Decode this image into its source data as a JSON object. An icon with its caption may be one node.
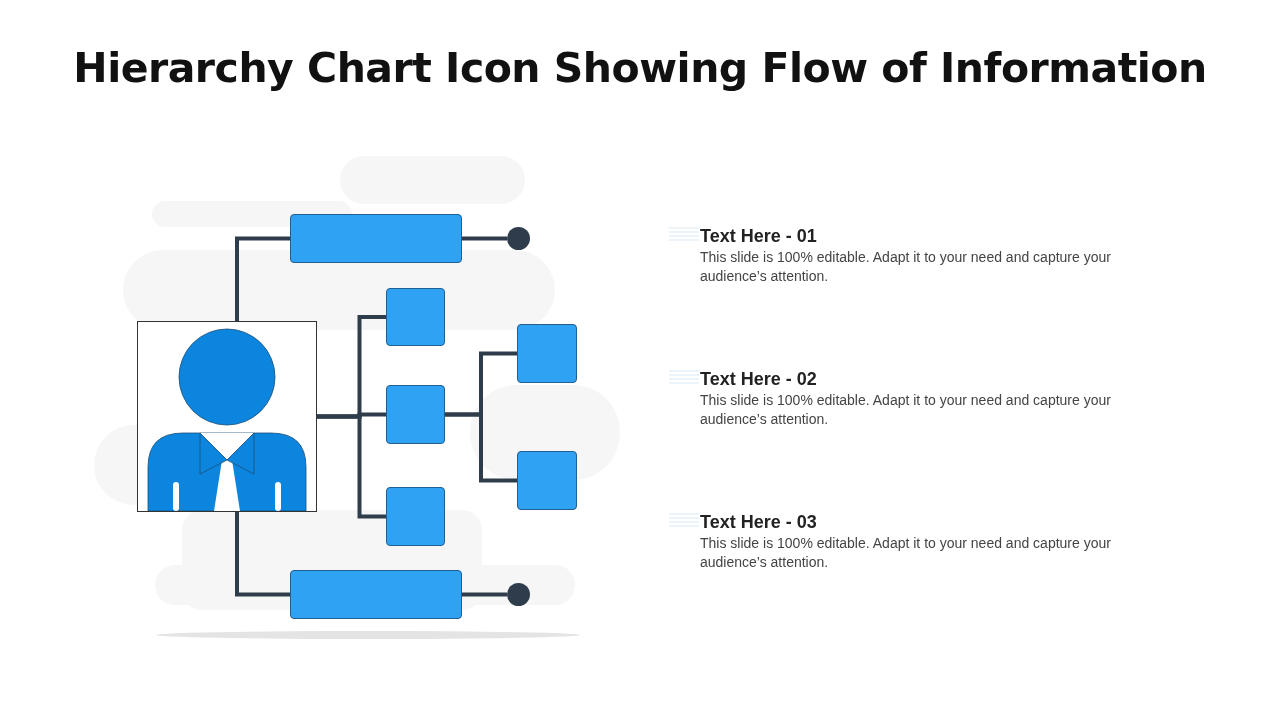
{
  "diagram": {
    "title": "Hierarchy Chart Icon Showing Flow of Information",
    "nodes": [
      {
        "text": [],
        "shape": "picture"
      },
      {
        "text": [],
        "shape": "box"
      },
      {
        "text": [],
        "shape": "circle"
      },
      {
        "text": [],
        "shape": "box"
      },
      {
        "text": [],
        "shape": "box"
      },
      {
        "text": [],
        "shape": "box"
      },
      {
        "text": [],
        "shape": "box"
      },
      {
        "text": [],
        "shape": "box"
      },
      {
        "text": [],
        "shape": "box"
      },
      {
        "text": [],
        "shape": "circle"
      }
    ],
    "edges": [
      {
        "from": 0,
        "to": 1,
        "arrow": "none"
      },
      {
        "from": 1,
        "to": 2,
        "arrow": "none"
      },
      {
        "from": 0,
        "to": 3,
        "arrow": "none"
      },
      {
        "from": 0,
        "to": 4,
        "arrow": "none"
      },
      {
        "from": 0,
        "to": 5,
        "arrow": "none"
      },
      {
        "from": 4,
        "to": 6,
        "arrow": "none"
      },
      {
        "from": 4,
        "to": 7,
        "arrow": "none"
      },
      {
        "from": 0,
        "to": 8,
        "arrow": "none"
      },
      {
        "from": 8,
        "to": 9,
        "arrow": "none"
      }
    ],
    "labels": [
      "Text Here - 01",
      "This slide is 100% editable. Adapt it to your need and capture your audience’s attention.",
      "Text Here - 02",
      "This slide is 100% editable. Adapt it to your need and capture your audience’s attention.",
      "Text Here - 03",
      "This slide is 100% editable. Adapt it to your need and capture your audience’s attention."
    ]
  }
}
